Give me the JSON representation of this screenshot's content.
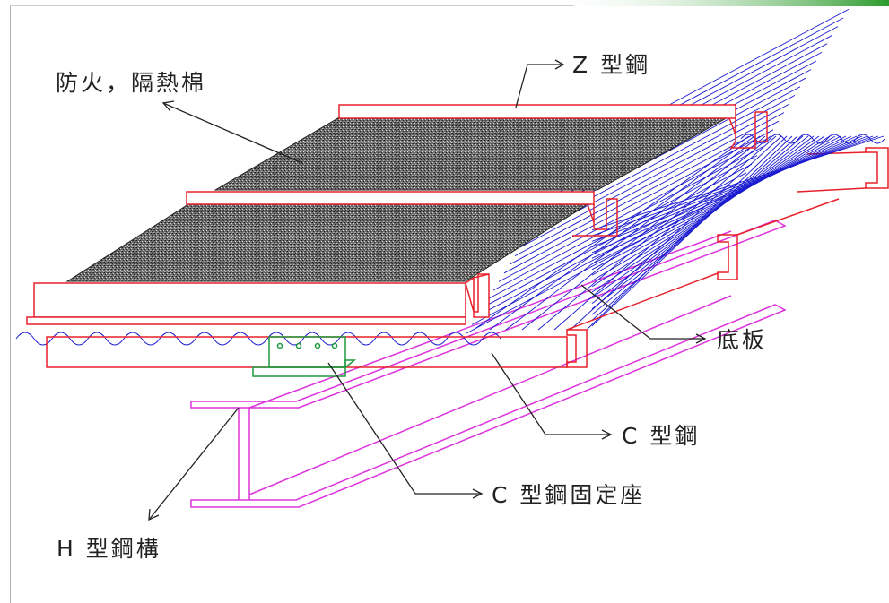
{
  "labels": {
    "insulation": "防火，隔熱棉",
    "z_steel": "Z 型鋼",
    "base_plate": "底板",
    "c_steel": "C 型鋼",
    "c_steel_seat": "C 型鋼固定座",
    "h_steel": "H 型鋼構"
  },
  "colors": {
    "z_steel": "#e8202a",
    "c_steel": "#e8202a",
    "corrugated_sheet": "#1a1ad0",
    "h_beam": "#dd33dd",
    "fixing_seat": "#1c9a3c",
    "insulation": "#3a3a3a",
    "leader": "#222222",
    "frame_top": "#2c9a2c"
  }
}
